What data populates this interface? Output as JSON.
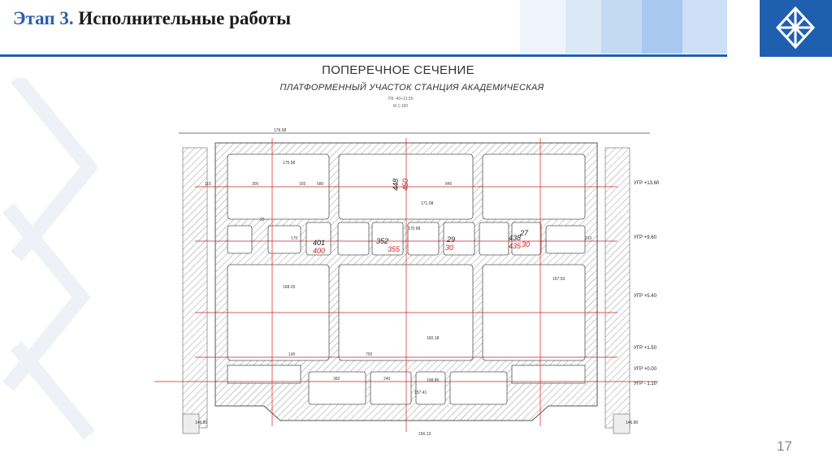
{
  "header": {
    "title_stage": "Этап 3.",
    "title_text": "Исполнительные работы"
  },
  "drawing": {
    "title": "ПОПЕРЕЧНОЕ СЕЧЕНИЕ",
    "subtitle": "ПЛАТФОРМЕННЫЙ УЧАСТОК СТАНЦИЯ АКАДЕМИЧЕСКАЯ",
    "station_note": "ПК -40+31.50",
    "scale_note": "М 1:100",
    "level_labels": [
      "УГР +13.60",
      "УГР +9.60",
      "УГР +5.40",
      "УГР +1.50",
      "УГР +0.00",
      "УГР - 1.10"
    ],
    "box_labels": [
      {
        "black": "401",
        "red": "400"
      },
      {
        "black": "352",
        "red": "355"
      },
      {
        "black": "29",
        "red": "30"
      },
      {
        "black": "438",
        "red": "435"
      },
      {
        "black": "27",
        "red": "30"
      },
      {
        "black": "448",
        "red": "450"
      }
    ],
    "elevations": [
      "176.58",
      "175.58",
      "171.08",
      "170.68",
      "168.03",
      "167.53",
      "160.18",
      "158.85",
      "157.41",
      "156.13"
    ],
    "dimensions": [
      "300",
      "845",
      "165",
      "680",
      "170",
      "145",
      "700",
      "360",
      "240",
      "115",
      "210",
      "25"
    ],
    "bottom_marks": [
      "146.80",
      "146.80"
    ]
  },
  "page_number": "17",
  "colors": {
    "brand_blue": "#1f5fb0",
    "stage_text": "#2e5fa8",
    "annotation_red": "#d22020"
  },
  "icons": [
    "company-logo-icon",
    "watermark-decoration"
  ]
}
